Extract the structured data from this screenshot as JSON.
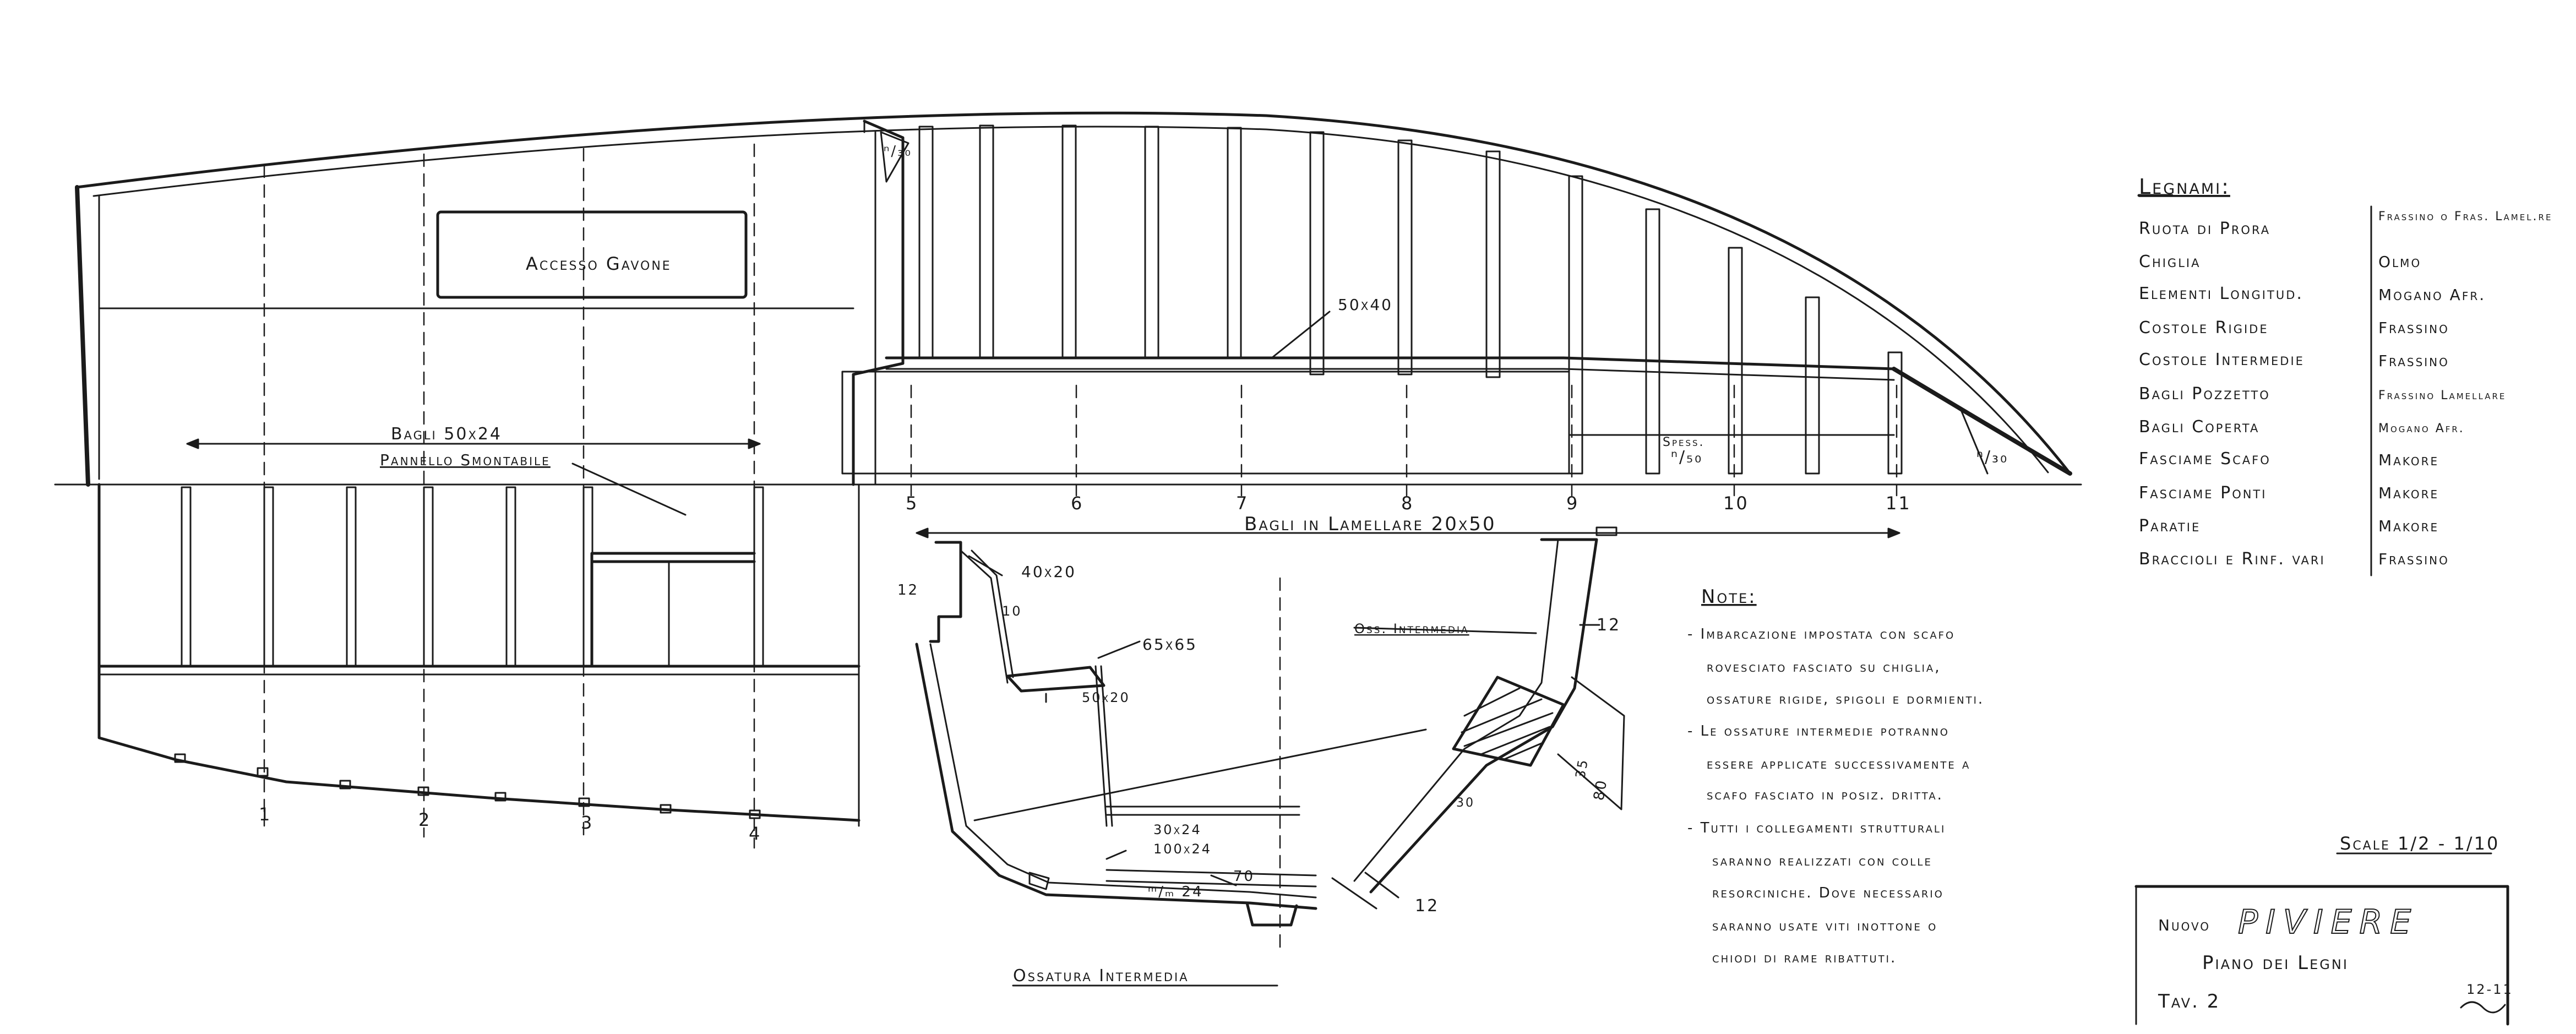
{
  "profile": {
    "hatch_label_top": "ⁿ/₃₀",
    "hatch_label_bow": "ⁿ/₃₀",
    "accesso_gavone": "Accesso Gavone",
    "bagli_label": "Bagli 50x24",
    "pannello_label": "Pannello Smontabile",
    "frame_size_label": "50x40",
    "spess_label": "Spess.",
    "spess_value": "ⁿ/₅₀",
    "bagli_lamellare": "Bagli in Lamellare 20x50",
    "station_numbers_top": [
      "5",
      "6",
      "7",
      "8",
      "9",
      "10",
      "11"
    ],
    "station_numbers_bottom": [
      "1",
      "2",
      "3",
      "4"
    ]
  },
  "section_left": {
    "dim_40x20": "40x20",
    "dim_12": "12",
    "dim_10": "10",
    "dim_65x65": "65x65",
    "dim_50x20": "50x20",
    "dim_30x24": "30x24",
    "dim_100x24": "100x24",
    "dim_m24": "ᵐ/ₘ 24",
    "dim_70": "70",
    "caption": "Ossatura Intermedia"
  },
  "section_right": {
    "label": "Oss. Intermedia",
    "dim_12_top": "12",
    "dim_30": "30",
    "dim_35": "35",
    "dim_80": "80",
    "dim_12_bottom": "12"
  },
  "legend": {
    "title": "Legnami:",
    "rows": [
      {
        "part": "Ruota di Prora",
        "wood": "Frassino o Fras. Lamel.re"
      },
      {
        "part": "Chiglia",
        "wood": "Olmo"
      },
      {
        "part": "Elementi Longitud.",
        "wood": "Mogano Afr."
      },
      {
        "part": "Costole Rigide",
        "wood": "Frassino"
      },
      {
        "part": "Costole Intermedie",
        "wood": "Frassino"
      },
      {
        "part": "Bagli Pozzetto",
        "wood": "Frassino Lamellare"
      },
      {
        "part": "Bagli Coperta",
        "wood": "Mogano Afr."
      },
      {
        "part": "Fasciame Scafo",
        "wood": "Makore"
      },
      {
        "part": "Fasciame Ponti",
        "wood": "Makore"
      },
      {
        "part": "Paratie",
        "wood": "Makore"
      },
      {
        "part": "Braccioli e Rinf. vari",
        "wood": "Frassino"
      }
    ]
  },
  "notes": {
    "title": "Note:",
    "lines": [
      "- Imbarcazione impostata con scafo",
      "rovesciato fasciato su chiglia,",
      "ossature rigide, spigoli e dormienti.",
      "- Le ossature intermedie potranno",
      "essere applicate successivamente a",
      "scafo fasciato in posiz. dritta.",
      "- Tutti i collegamenti strutturali",
      "saranno realizzati con colle",
      "resorciniche. Dove necessario",
      "saranno usate viti inottone o",
      "chiodi di rame ribattuti."
    ]
  },
  "title_block": {
    "scale": "Scale 1/2 - 1/10",
    "nuovo": "Nuovo",
    "boat_name": "PIVIERE",
    "subtitle": "Piano dei Legni",
    "sheet": "Tav. 2",
    "date": "12-11"
  }
}
